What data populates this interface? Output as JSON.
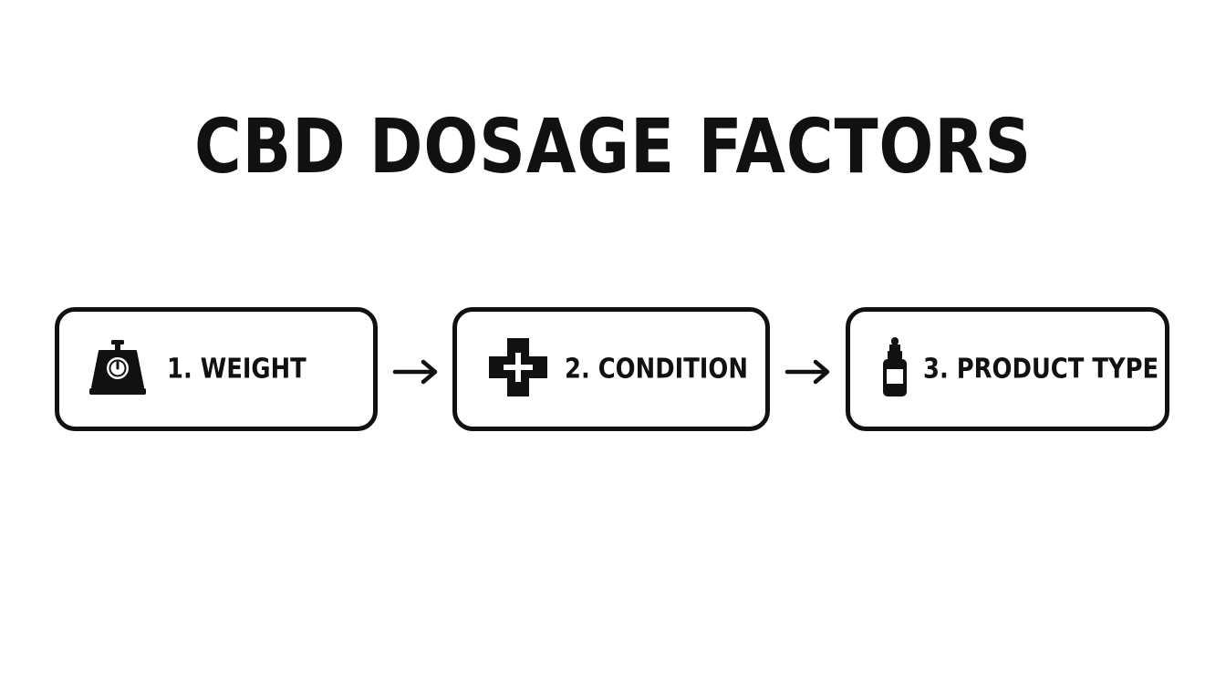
{
  "title": "CBD DOSAGE FACTORS",
  "steps": [
    {
      "label": "1. WEIGHT",
      "icon": "scale-icon"
    },
    {
      "label": "2. CONDITION",
      "icon": "medical-cross-icon"
    },
    {
      "label": "3. PRODUCT TYPE",
      "icon": "dropper-bottle-icon"
    }
  ],
  "connectors": [
    "right-arrow-icon",
    "right-arrow-icon"
  ],
  "colors": {
    "ink": "#111111",
    "background": "#ffffff"
  }
}
